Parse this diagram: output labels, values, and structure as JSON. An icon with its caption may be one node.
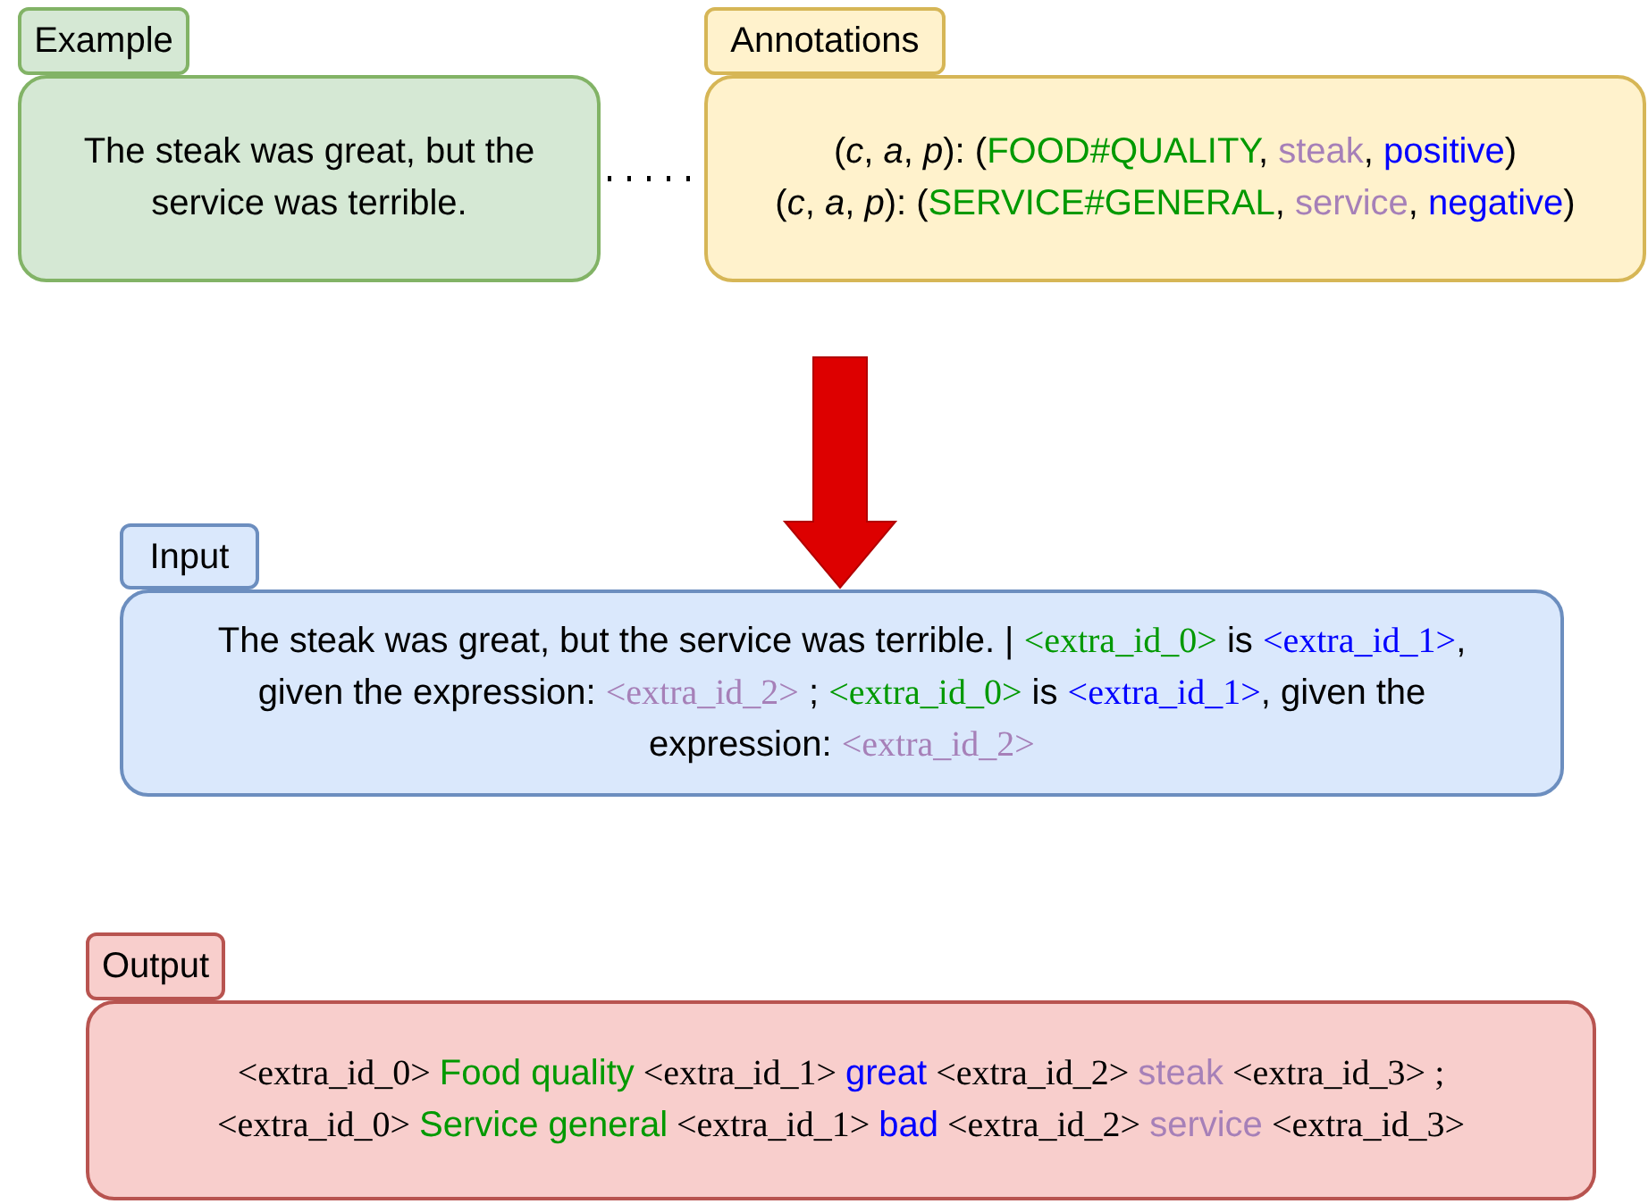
{
  "diagram": {
    "nodes": [
      {
        "text": [
          "Example"
        ]
      },
      {
        "text": [
          "The steak was great, but the service was terrible."
        ]
      },
      {
        "text": [
          "Annotations"
        ]
      },
      {
        "text": [
          "(*c*, *a*, *p*): (",
          "FOOD#QUALITY",
          ", ",
          "steak",
          ", ",
          "positive",
          ")",
          "(*c*, *a*, *p*): (",
          "SERVICE#GENERAL",
          ", ",
          "service",
          ", ",
          "negative",
          ")"
        ]
      },
      {
        "text": [
          "Input"
        ]
      },
      {
        "text": [
          "The steak was great, but the service was terrible. | ",
          "<extra_id_0>",
          " is ",
          "<extra_id_1>",
          ", given the expression: ",
          "<extra_id_2>",
          " ; ",
          "<extra_id_0>",
          " is ",
          "<extra_id_1>",
          ", given the expression: ",
          "<extra_id_2>"
        ]
      },
      {
        "text": [
          "Output"
        ]
      },
      {
        "text": [
          "<extra_id_0> ",
          "Food quality",
          " <extra_id_1> ",
          "great",
          " <extra_id_2> ",
          "steak",
          " <extra_id_3> ;",
          "<extra_id_0> ",
          "Service general",
          " <extra_id_1> ",
          "bad",
          " <extra_id_2> ",
          "service",
          "  <extra_id_3>"
        ]
      }
    ],
    "edges": [
      {
        "from": 1,
        "to": 3,
        "arrow": "none",
        "style": "dashed"
      },
      {
        "from": null,
        "to": 5,
        "arrow": "to",
        "style": "thick",
        "color": "#dd0000"
      }
    ]
  }
}
